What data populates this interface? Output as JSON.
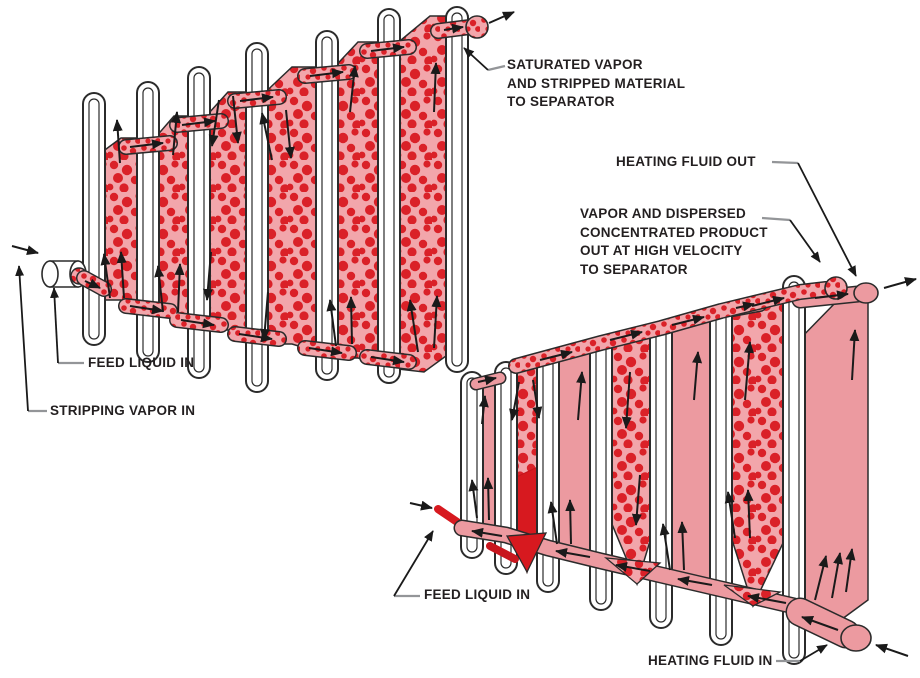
{
  "diagram": {
    "description": "Plate stripping column (upper left) and plate evaporator (lower right) flow diagram",
    "colors": {
      "panel_pink": "#ec9aa0",
      "dotted_bg": "#f2a6ab",
      "dot_red": "#da2128",
      "solid_red": "#d7191f",
      "outline": "#2b2b2b",
      "label_text": "#231f20",
      "leader_gray": "#939598"
    },
    "labels": {
      "saturated_vapor": {
        "lines": [
          "SATURATED VAPOR",
          "AND STRIPPED MATERIAL",
          "TO SEPARATOR"
        ]
      },
      "heating_fluid_out": {
        "lines": [
          "HEATING FLUID OUT"
        ]
      },
      "vapor_product": {
        "lines": [
          "VAPOR AND DISPERSED",
          "CONCENTRATED PRODUCT",
          "OUT AT HIGH VELOCITY",
          "TO SEPARATOR"
        ]
      },
      "feed_liquid_in_left": {
        "lines": [
          "FEED LIQUID IN"
        ]
      },
      "stripping_vapor_in": {
        "lines": [
          "STRIPPING VAPOR IN"
        ]
      },
      "feed_liquid_in_right": {
        "lines": [
          "FEED LIQUID IN"
        ]
      },
      "heating_fluid_in": {
        "lines": [
          "HEATING FLUID IN"
        ]
      }
    }
  }
}
